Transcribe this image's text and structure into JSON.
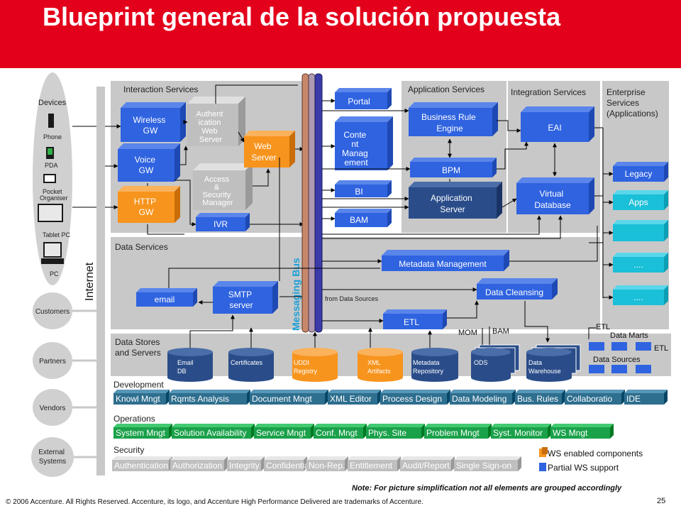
{
  "title": "Blueprint general de la solución propuesta",
  "sidebar": {
    "devices_label": "Devices",
    "devices": [
      "Phone",
      "PDA",
      "Pocket Organiser",
      "Tablet PC",
      "PC"
    ],
    "internet_label": "Internet",
    "groups": [
      "Customers",
      "Partners",
      "Vendors",
      "External Systems"
    ]
  },
  "interaction": {
    "label": "Interaction Services",
    "wireless_gw": "Wireless GW",
    "voice_gw": "Voice GW",
    "http_gw": "HTTP GW",
    "authentication_web_server": "Authent ication Web Server",
    "web_server": "Web Server",
    "access_security_manager": "Access & Security Manager",
    "ivr": "IVR"
  },
  "bus": {
    "portal": "Portal",
    "content_management": "Conte nt Manag ement",
    "bi": "BI",
    "bam": "BAM",
    "messaging_bus": "Messaging Bus",
    "from_data_sources": "from Data Sources"
  },
  "application": {
    "label": "Application Services",
    "business_rule_engine": "Business Rule Engine",
    "bpm": "BPM",
    "application_server": "Application Server"
  },
  "integration": {
    "label": "Integration Services",
    "eai": "EAI",
    "virtual_database": "Virtual Database"
  },
  "enterprise": {
    "label": "Enterprise Services (Applications)",
    "items": [
      "Legacy",
      "Apps",
      "",
      "....",
      "...."
    ]
  },
  "data_services": {
    "label": "Data Services",
    "metadata_management": "Metadata Management",
    "data_cleansing": "Data Cleansing",
    "etl": "ETL",
    "email": "email",
    "smtp_server": "SMTP server"
  },
  "data_stores": {
    "label": "Data Stores and Servers",
    "items": [
      "Email DB",
      "Certificates",
      "UDDI Registry",
      "XML Artifacts",
      "Metadata Repository",
      "ODS",
      "Data Warehouse"
    ],
    "mom": "MOM",
    "bam": "BAM",
    "etl_top": "ETL",
    "etl_right": "ETL",
    "data_marts": "Data Marts",
    "data_sources": "Data Sources"
  },
  "development": {
    "label": "Development",
    "items": [
      "Knowl Mngt",
      "Rqmts Analysis",
      "Document Mngt",
      "XML Editor",
      "Process Design",
      "Data Modeling",
      "Bus. Rules",
      "Collaboratio",
      "IDE"
    ]
  },
  "operations": {
    "label": "Operations",
    "items": [
      "System Mngt",
      "Solution Availability",
      "Service Mngt",
      "Conf. Mngt",
      "Phys. Site",
      "Problem Mngt",
      "Syst. Monitor",
      "WS Mngt"
    ]
  },
  "security": {
    "label": "Security",
    "items": [
      "Authentication",
      "Authorization",
      "Integrity",
      "Confidentiality",
      "Non-Rep.",
      "Entitlement",
      "Audit/Report",
      "Single Sign-on"
    ]
  },
  "legend": {
    "ws_enabled": "WS enabled components",
    "partial_ws": "Partial WS support"
  },
  "note": "Note: For picture simplification not all elements are grouped accordingly",
  "copyright": "© 2006 Accenture. All Rights Reserved. Accenture, its logo, and Accenture High Performance Delivered are trademarks of Accenture.",
  "page_number": "25",
  "colors": {
    "title_red": "#e3001b",
    "blue_box": "#2f63e0",
    "navy_box": "#2a4d8a",
    "orange_box": "#f7941d",
    "green_box": "#1aa14a",
    "gray_box": "#bfbfbf",
    "teal_tool": "#2e6e8e",
    "section_gray": "#c8c8c8"
  }
}
